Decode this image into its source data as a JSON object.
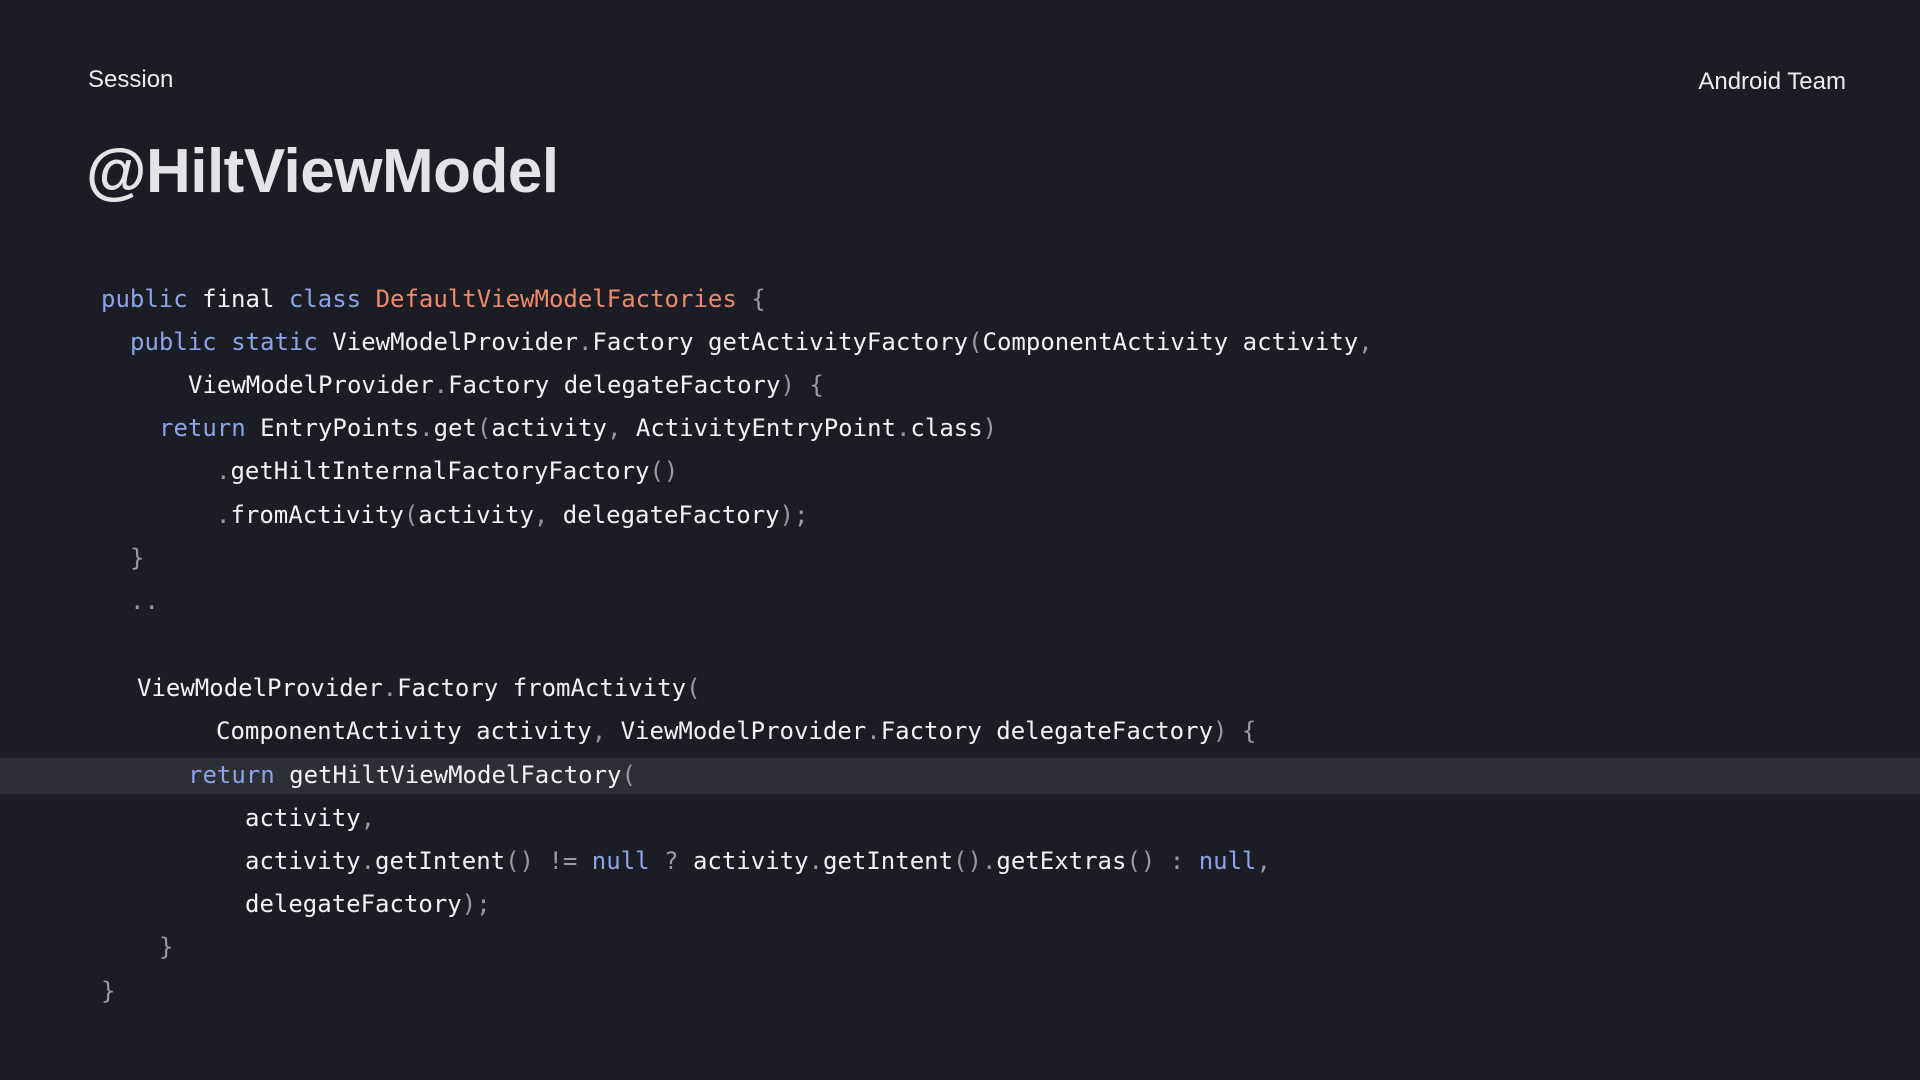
{
  "header": {
    "session_label": "Session",
    "team_label": "Android Team",
    "title": "@HiltViewModel"
  },
  "colors": {
    "background": "#1c1c24",
    "highlight_band": "#2e2e36",
    "keyword": "#8aa4e8",
    "class_name": "#ee8a6a",
    "punctuation": "#9a9aa2",
    "identifier": "#f2f2f2"
  },
  "code": {
    "highlighted_line": 12,
    "lines": [
      [
        [
          "kw",
          "public"
        ],
        [
          "id",
          " final "
        ],
        [
          "kw",
          "class "
        ],
        [
          "cls",
          "DefaultViewModelFactories"
        ],
        [
          "punc",
          " {"
        ]
      ],
      [
        [
          "kw",
          "public static "
        ],
        [
          "id",
          "ViewModelProvider"
        ],
        [
          "punc",
          "."
        ],
        [
          "id",
          "Factory getActivityFactory"
        ],
        [
          "punc",
          "("
        ],
        [
          "id",
          "ComponentActivity activity"
        ],
        [
          "punc",
          ","
        ]
      ],
      [
        [
          "id",
          "ViewModelProvider"
        ],
        [
          "punc",
          "."
        ],
        [
          "id",
          "Factory delegateFactory"
        ],
        [
          "punc",
          ") {"
        ]
      ],
      [
        [
          "kw",
          "return "
        ],
        [
          "id",
          "EntryPoints"
        ],
        [
          "punc",
          "."
        ],
        [
          "id",
          "get"
        ],
        [
          "punc",
          "("
        ],
        [
          "id",
          "activity"
        ],
        [
          "punc",
          ", "
        ],
        [
          "id",
          "ActivityEntryPoint"
        ],
        [
          "punc",
          "."
        ],
        [
          "id",
          "class"
        ],
        [
          "punc",
          ")"
        ]
      ],
      [
        [
          "punc",
          "."
        ],
        [
          "id",
          "getHiltInternalFactoryFactory"
        ],
        [
          "punc",
          "()"
        ]
      ],
      [
        [
          "punc",
          "."
        ],
        [
          "id",
          "fromActivity"
        ],
        [
          "punc",
          "("
        ],
        [
          "id",
          "activity"
        ],
        [
          "punc",
          ", "
        ],
        [
          "id",
          "delegateFactory"
        ],
        [
          "punc",
          ");"
        ]
      ],
      [
        [
          "punc",
          "}"
        ]
      ],
      [
        [
          "punc",
          ".."
        ]
      ],
      [
        [
          "id",
          "ViewModelProvider"
        ],
        [
          "punc",
          "."
        ],
        [
          "id",
          "Factory fromActivity"
        ],
        [
          "punc",
          "("
        ]
      ],
      [
        [
          "id",
          "ComponentActivity activity"
        ],
        [
          "punc",
          ", "
        ],
        [
          "id",
          "ViewModelProvider"
        ],
        [
          "punc",
          "."
        ],
        [
          "id",
          "Factory delegateFactory"
        ],
        [
          "punc",
          ") {"
        ]
      ],
      [
        [
          "kw",
          "return "
        ],
        [
          "id",
          "getHiltViewModelFactory"
        ],
        [
          "punc",
          "("
        ]
      ],
      [
        [
          "id",
          "activity"
        ],
        [
          "punc",
          ","
        ]
      ],
      [
        [
          "id",
          "activity"
        ],
        [
          "punc",
          "."
        ],
        [
          "id",
          "getIntent"
        ],
        [
          "punc",
          "() != "
        ],
        [
          "kw",
          "null"
        ],
        [
          "punc",
          " ? "
        ],
        [
          "id",
          "activity"
        ],
        [
          "punc",
          "."
        ],
        [
          "id",
          "getIntent"
        ],
        [
          "punc",
          "()."
        ],
        [
          "id",
          "getExtras"
        ],
        [
          "punc",
          "() : "
        ],
        [
          "kw",
          "null"
        ],
        [
          "punc",
          ","
        ]
      ],
      [
        [
          "id",
          "delegateFactory"
        ],
        [
          "punc",
          ");"
        ]
      ],
      [
        [
          "punc",
          "}"
        ]
      ],
      [
        [
          "punc",
          "}"
        ]
      ]
    ]
  }
}
